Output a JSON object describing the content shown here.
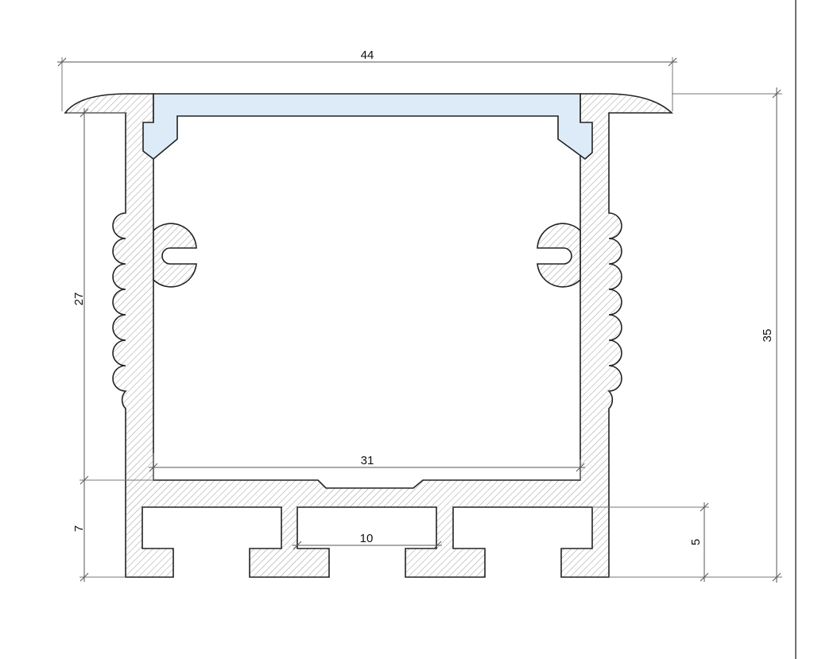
{
  "drawing": {
    "subject": "LED aluminium profile cross-section",
    "dimensions": {
      "overall_width": "44",
      "inner_width": "31",
      "channel_width": "10",
      "body_height": "27",
      "base_height": "7",
      "total_height": "35",
      "foot_height": "5"
    },
    "colors": {
      "profile_outline": "#222222",
      "hatch": "#9a9a9a",
      "diffuser_fill": "#dcebf7",
      "dimension_line": "#555555"
    }
  }
}
